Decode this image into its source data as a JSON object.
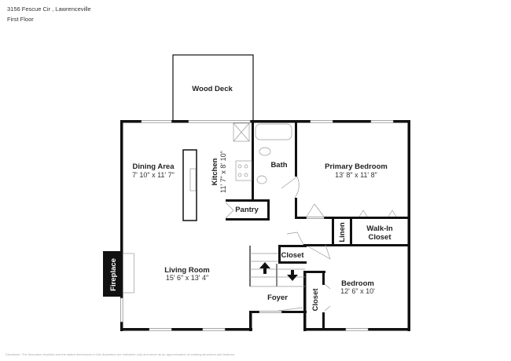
{
  "header": {
    "address": "3156 Fescue Cir , Lawrenceville",
    "floor": "First Floor"
  },
  "rooms": {
    "wood_deck": {
      "name": "Wood Deck"
    },
    "dining": {
      "name": "Dining Area",
      "dims": "7' 10\" x 11' 7\""
    },
    "kitchen": {
      "name": "Kitchen",
      "dims": "11' 7\" x 8' 10\""
    },
    "bath": {
      "name": "Bath"
    },
    "primary_bedroom": {
      "name": "Primary Bedroom",
      "dims": "13' 8\" x 11' 8\""
    },
    "pantry": {
      "name": "Pantry"
    },
    "linen": {
      "name": "Linen"
    },
    "walk_in": {
      "name": "Walk-In",
      "name2": "Closet"
    },
    "hall_closet": {
      "name": "Closet"
    },
    "living": {
      "name": "Living Room",
      "dims": "15' 6\" x 13' 4\""
    },
    "foyer": {
      "name": "Foyer"
    },
    "bedroom": {
      "name": "Bedroom",
      "dims": "12' 6\" x 10'"
    },
    "bedroom_closet": {
      "name": "Closet"
    },
    "fireplace": {
      "name": "Fireplace"
    }
  },
  "disclaimer": "Disclaimer: The floorplans depicted and the stated dimensions in this illustration are indicative only and serve as an approximation of existing structures and features."
}
